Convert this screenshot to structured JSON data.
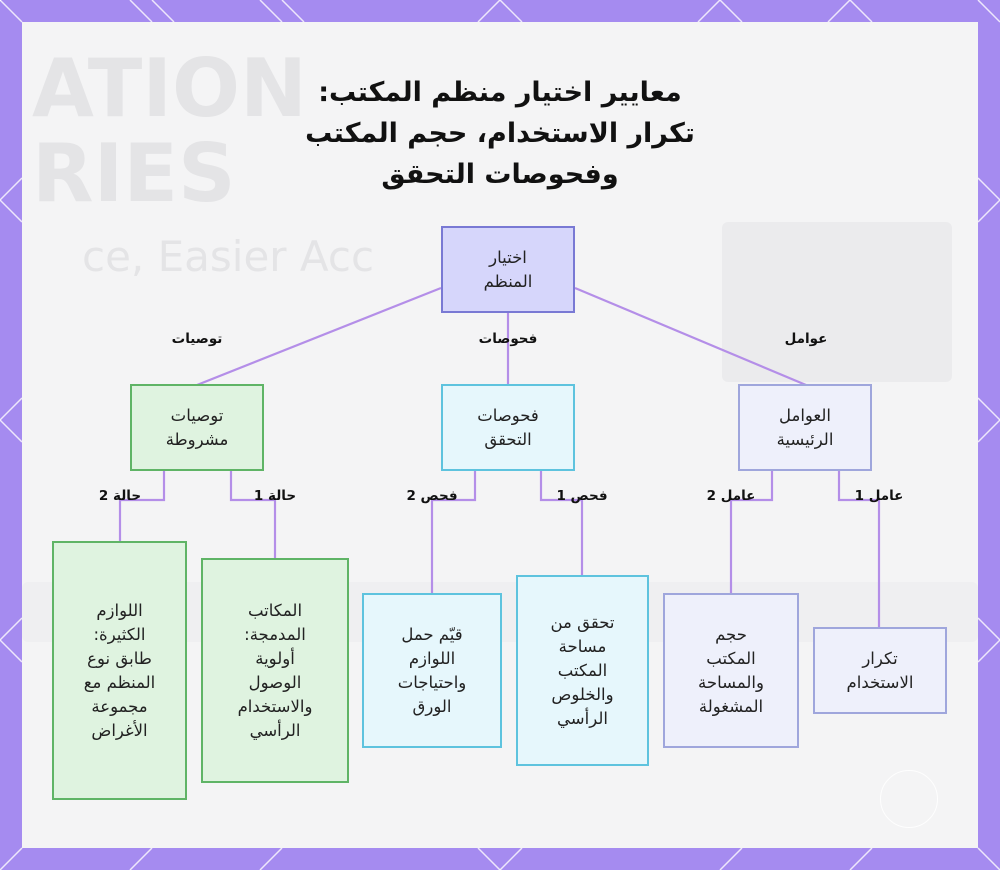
{
  "title": {
    "line1": "معايير اختيار منظم المكتب:",
    "line2": "تكرار الاستخدام، حجم المكتب",
    "line3": "وفحوصات التحقق"
  },
  "background": {
    "line1": "ATION",
    "line2": "RIES",
    "line3": "ce, Easier Acc"
  },
  "nodes": {
    "root": [
      "اختيار",
      "المنظم"
    ],
    "main_factors": [
      "العوامل",
      "الرئيسية"
    ],
    "checks": [
      "فحوصات",
      "التحقق"
    ],
    "recs": [
      "توصيات",
      "مشروطة"
    ],
    "freq": [
      "تكرار",
      "الاستخدام"
    ],
    "size": [
      "حجم",
      "المكتب",
      "والمساحة",
      "المشغولة"
    ],
    "check1": [
      "تحقق من",
      "مساحة",
      "المكتب",
      "والخلوص",
      "الرأسي"
    ],
    "check2": [
      "قيّم حمل",
      "اللوازم",
      "واحتياجات",
      "الورق"
    ],
    "case1": [
      "المكاتب",
      "المدمجة:",
      "أولوية",
      "الوصول",
      "والاستخدام",
      "الرأسي"
    ],
    "case2": [
      "اللوازم",
      "الكثيرة:",
      "طابق نوع",
      "المنظم مع",
      "مجموعة",
      "الأغراض"
    ]
  },
  "edge_labels": {
    "factors": "عوامل",
    "checks": "فحوصات",
    "recs": "توصيات",
    "factor1": "عامل 1",
    "factor2": "عامل 2",
    "check1": "فحص 1",
    "check2": "فحص 2",
    "case1": "حالة 1",
    "case2": "حالة 2"
  },
  "colors": {
    "edge": "#b48ee8",
    "root_fill": "#d6d6fb",
    "blue_fill": "#eef0fb",
    "cyan_fill": "#e6f7fc",
    "green_fill": "#dff3e0",
    "frame": "#a58bf0"
  }
}
